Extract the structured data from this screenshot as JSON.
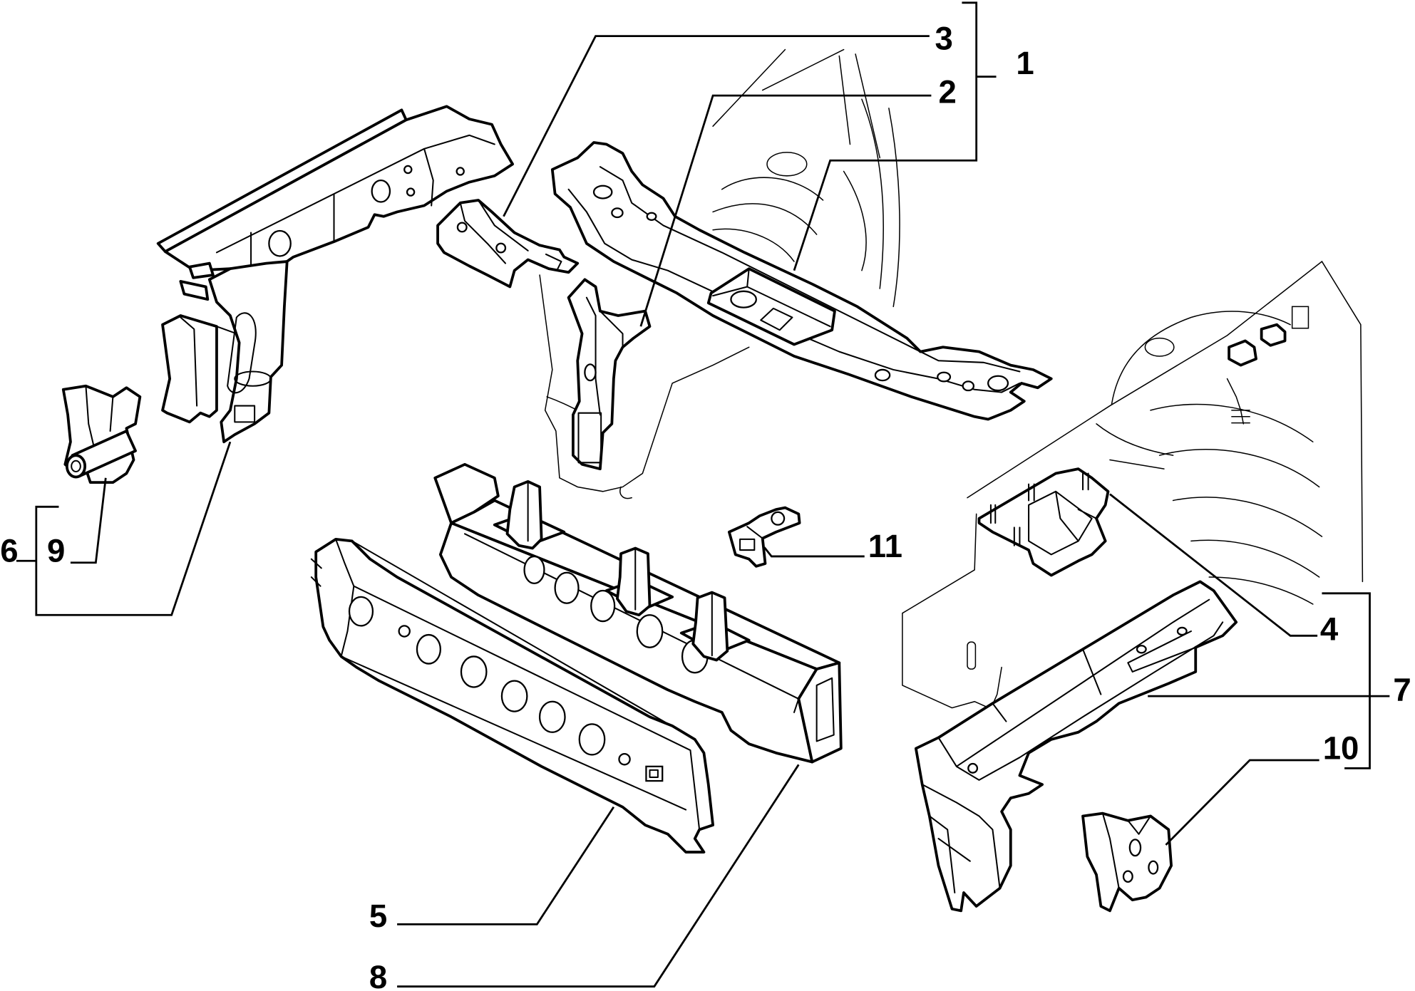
{
  "diagram": {
    "callouts": [
      "1",
      "2",
      "3",
      "4",
      "5",
      "6",
      "7",
      "8",
      "9",
      "10",
      "11"
    ]
  },
  "colors": {
    "line": "#000000",
    "background": "#ffffff"
  }
}
